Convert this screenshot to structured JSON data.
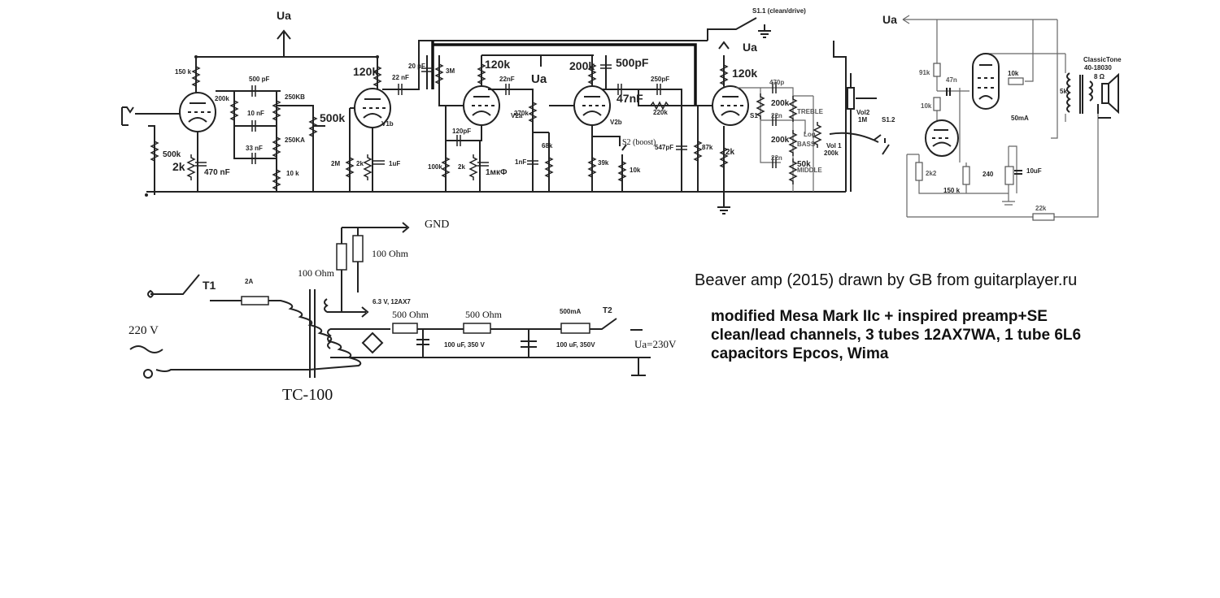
{
  "title": "Beaver amp (2015) drawn by GB from guitarplayer.ru",
  "description_lines": [
    "modified Mesa Mark IIc + inspired preamp+SE",
    "clean/lead channels, 3 tubes 12AX7WA, 1 tube  6L6",
    "capacitors Epcos, Wima"
  ],
  "preamp": {
    "supply_label": "Ua",
    "stage1": {
      "plate_resistor": "150 k",
      "grid_resistor": "500k",
      "cathode_resistor": "2k",
      "cathode_cap": "470 nF"
    },
    "tone_stack1": {
      "cap_treble": "500 pF",
      "slope_resistor": "200k",
      "cap_bass": "10 nF",
      "cap_mid": "33 nF",
      "pot_treble": "250KB",
      "pot_bass": "250KA",
      "pot_mid": "10 k"
    },
    "volume": "500k",
    "v1b": {
      "name": "V1b",
      "plate_resistor": "120k",
      "coupling_cap": "22 nF",
      "grid_resistor": "2M",
      "cathode_resistor": "2k",
      "cathode_cap": "1uF"
    },
    "bright": {
      "cap": "20 pF",
      "resistor": "3M"
    },
    "v2a": {
      "name": "V2a",
      "plate_resistor": "120k",
      "coupling_cap": "22nF",
      "supply_label": "Ua",
      "cathode_cap_bypass": "120pF",
      "grid_resistor": "100k",
      "cathode_resistor": "2k",
      "cathode_cap": "1мкФ",
      "divider_resistor": "270k",
      "shunt_cap": "1nF",
      "shunt_resistor": "68k"
    },
    "v2b": {
      "name": "V2b",
      "plate_resistor": "200k",
      "plate_cap": "500pF",
      "coupling_cap": "47nF",
      "cathode_resistor": "39k",
      "boost_switch": "S2 (boost)",
      "boost_resistor": "10k"
    },
    "output_network": {
      "cap": "250pF",
      "resistor": "220k",
      "shunt_cap": "547pF",
      "shunt_resistor": "87k"
    },
    "channel_switch": "S1.1 (clean/drive)",
    "stage3": {
      "supply_label": "Ua",
      "plate_resistor": "120k",
      "cathode_resistor": "2k",
      "switch": "S1"
    },
    "tone_stack2": {
      "cap_treble": "470p",
      "cap_bass": "22n",
      "cap_mid": "22n",
      "pot_treble": "200k",
      "pot_treble_label": "TREBLE",
      "pot_bass": "200k",
      "pot_bass_label": "BASS",
      "pot_mid": "50k",
      "pot_mid_label": "MIDDLE",
      "taper_label": "Log"
    },
    "vol1": {
      "label": "Vol 1",
      "value": "200k"
    },
    "vol2": {
      "label": "Vol2",
      "value": "1M"
    },
    "switch2": "S1.2"
  },
  "power_amp": {
    "supply_label": "Ua",
    "r_top": "91k",
    "r_mid": "10k",
    "coupling_cap": "47n",
    "screen_resistor": "10k",
    "cathode_resistor_driver": "2k2",
    "grid_resistor": "150 k",
    "cathode_resistor": "240",
    "cathode_cap": "10uF",
    "current": "50mA",
    "transformer_primary": "5k",
    "transformer_name": "ClassicTone",
    "transformer_model": "40-18030",
    "speaker_impedance": "8 Ω",
    "feedback_resistor": "22k"
  },
  "power_supply": {
    "mains": "220 V",
    "switch1": "T1",
    "fuse1": "2A",
    "transformer": "TC-100",
    "ground_label": "GND",
    "heater_r1": "100 Ohm",
    "heater_r2": "100 Ohm",
    "heater_label": "6.3 V, 12AX7",
    "r1": "500 Ohm",
    "r2": "500 Ohm",
    "c1": "100 uF, 350 V",
    "c2": "100 uF, 350V",
    "fuse2": "500mA",
    "switch2": "T2",
    "output": "Ua=230V"
  }
}
